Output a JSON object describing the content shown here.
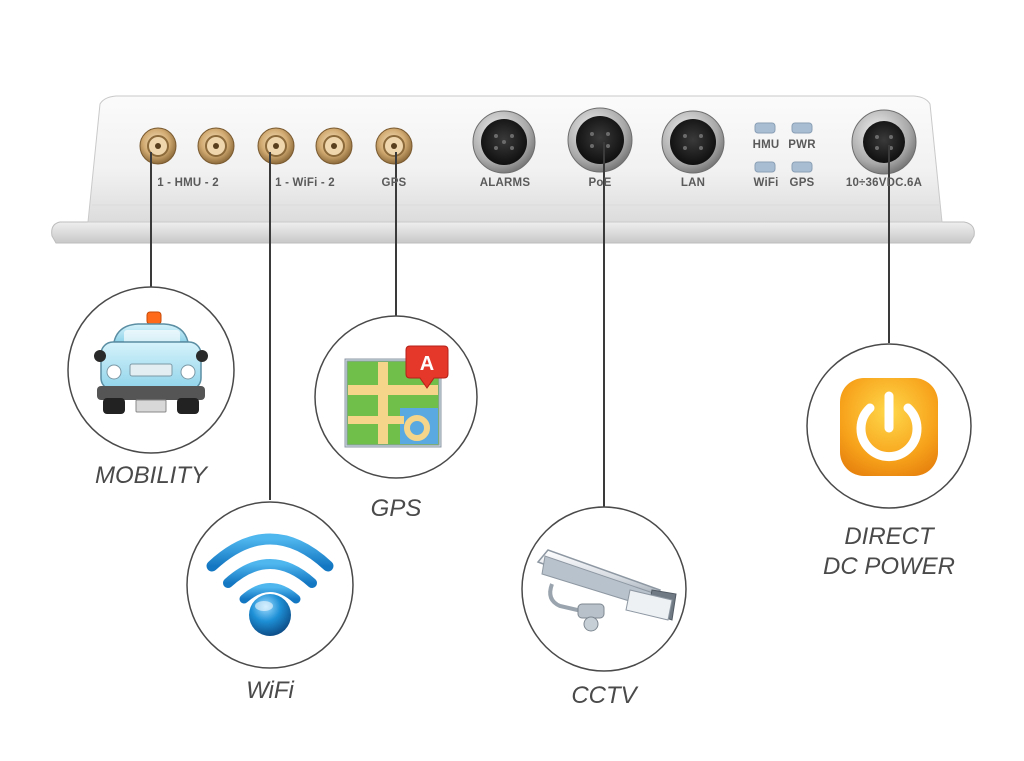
{
  "device": {
    "port_labels": {
      "hmu": "1 - HMU - 2",
      "wifi": "1 - WiFi - 2",
      "gps": "GPS",
      "alarms": "ALARMS",
      "poe": "PoE",
      "lan": "LAN",
      "power": "10÷36VDC.6A"
    },
    "led_labels": {
      "hmu": "HMU",
      "pwr": "PWR",
      "wifi": "WiFi",
      "gps": "GPS"
    }
  },
  "features": {
    "mobility": "MOBILITY",
    "wifi": "WiFi",
    "gps": "GPS",
    "cctv": "CCTV",
    "power_line1": "DIRECT",
    "power_line2": "DC POWER"
  },
  "map_badge": "A",
  "colors": {
    "connector_line": "#3a3a3a",
    "circle_stroke": "#4a4a4a",
    "label_text": "#4a4a4a",
    "wifi_blue": "#1e90d6",
    "power_orange": "#f7a21b",
    "map_marker_red": "#e5382b",
    "antenna_gold": "#c9a26a"
  }
}
